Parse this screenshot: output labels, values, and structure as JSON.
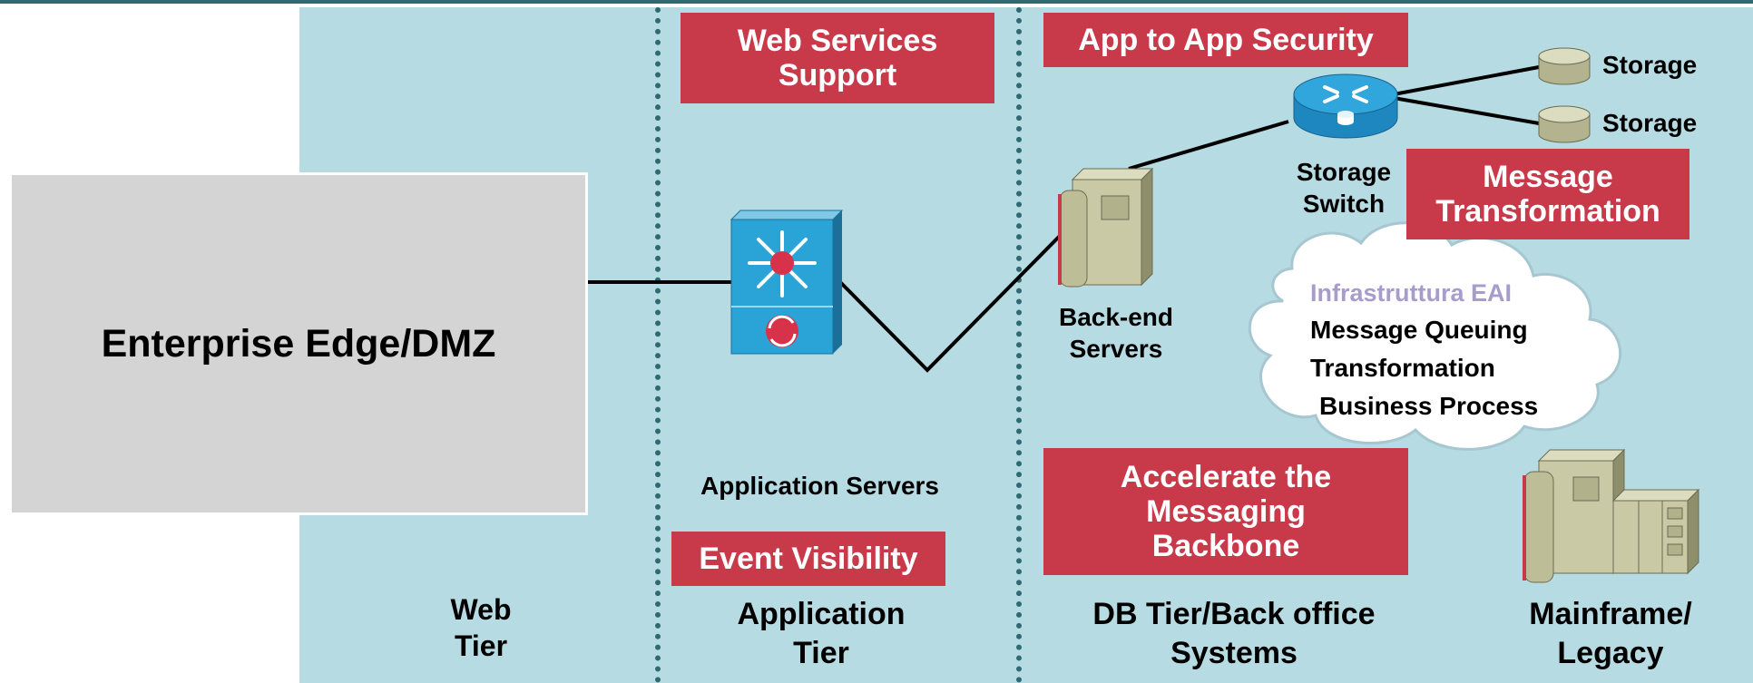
{
  "edge_box": {
    "label": "Enterprise Edge/DMZ"
  },
  "callouts": {
    "web_services": "Web Services Support",
    "app_security": "App to App Security",
    "message_transformation": "Message Transformation",
    "event_visibility": "Event Visibility",
    "accelerate": "Accelerate the Messaging Backbone"
  },
  "devices": {
    "application_servers": "Application Servers",
    "backend_line1": "Back-end",
    "backend_line2": "Servers",
    "storage_switch_line1": "Storage",
    "storage_switch_line2": "Switch",
    "storage_1": "Storage",
    "storage_2": "Storage"
  },
  "cloud": {
    "title": "Infrastruttura EAI",
    "line1": "Message Queuing",
    "line2": "Transformation",
    "line3": "Business Process"
  },
  "tiers": {
    "web_1": "Web",
    "web_2": "Tier",
    "app_1": "Application",
    "app_2": "Tier",
    "db_1": "DB Tier/Back office",
    "db_2": "Systems",
    "mf_1": "Mainframe/",
    "mf_2": "Legacy"
  },
  "colors": {
    "panel_bg": "#b7dbe3",
    "callout_red": "#c8394a",
    "divider": "#2f6a72",
    "cloud_title": "#a89ccc"
  },
  "icons": [
    "multilayer-switch-icon",
    "server-icon",
    "router-icon",
    "storage-disk-icon",
    "mainframe-icon",
    "cloud-icon"
  ]
}
